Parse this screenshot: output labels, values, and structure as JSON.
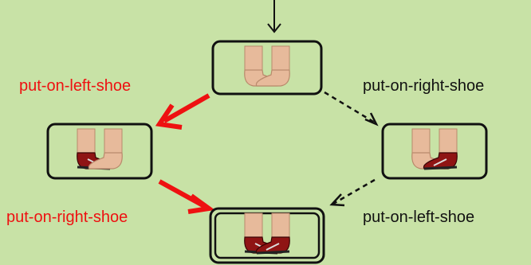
{
  "colors": {
    "background": "#c8e2a6",
    "chosen_path": "#ee1111",
    "alternative_path": "#111111",
    "label_red": "#ee1111",
    "label_black": "#111111",
    "skin": "#e7ba9b",
    "shoe": "#8f1414"
  },
  "diagram": {
    "labels": {
      "top_left": "put-on-left-shoe",
      "top_right": "put-on-right-shoe",
      "bottom_left": "put-on-right-shoe",
      "bottom_right": "put-on-left-shoe"
    },
    "states": [
      {
        "id": "start",
        "left_foot": "bare",
        "right_foot": "bare",
        "goal": false
      },
      {
        "id": "left-shoe-on",
        "left_foot": "shoe",
        "right_foot": "bare",
        "goal": false
      },
      {
        "id": "right-shoe-on",
        "left_foot": "bare",
        "right_foot": "shoe",
        "goal": false
      },
      {
        "id": "goal",
        "left_foot": "shoe",
        "right_foot": "shoe",
        "goal": true
      }
    ],
    "transitions": [
      {
        "from": "start",
        "to": "left-shoe-on",
        "action": "put-on-left-shoe",
        "style": "solid-red"
      },
      {
        "from": "start",
        "to": "right-shoe-on",
        "action": "put-on-right-shoe",
        "style": "dashed-black"
      },
      {
        "from": "left-shoe-on",
        "to": "goal",
        "action": "put-on-right-shoe",
        "style": "solid-red"
      },
      {
        "from": "right-shoe-on",
        "to": "goal",
        "action": "put-on-left-shoe",
        "style": "dashed-black"
      }
    ]
  }
}
